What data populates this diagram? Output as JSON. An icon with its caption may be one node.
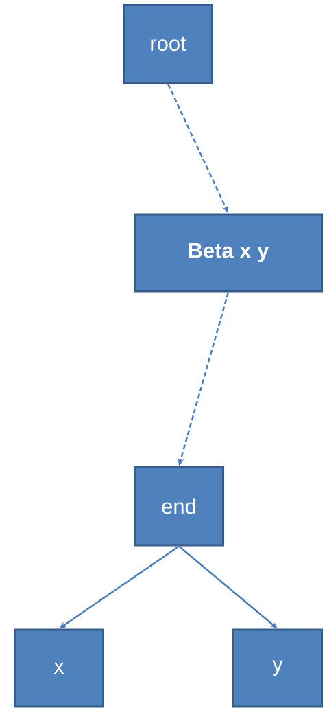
{
  "diagram": {
    "nodes": [
      {
        "text": [
          "root"
        ]
      },
      {
        "text": [
          "Beta x y"
        ]
      },
      {
        "text": [
          "end"
        ]
      },
      {
        "text": [
          "x"
        ]
      },
      {
        "text": [
          "y"
        ]
      }
    ],
    "edges": [
      {
        "from": 0,
        "to": 1,
        "arrow": "to",
        "style": "dashed"
      },
      {
        "from": 1,
        "to": 2,
        "arrow": "to",
        "style": "dashed"
      },
      {
        "from": 2,
        "to": 3,
        "arrow": "to"
      },
      {
        "from": 2,
        "to": 4,
        "arrow": "to"
      }
    ]
  }
}
